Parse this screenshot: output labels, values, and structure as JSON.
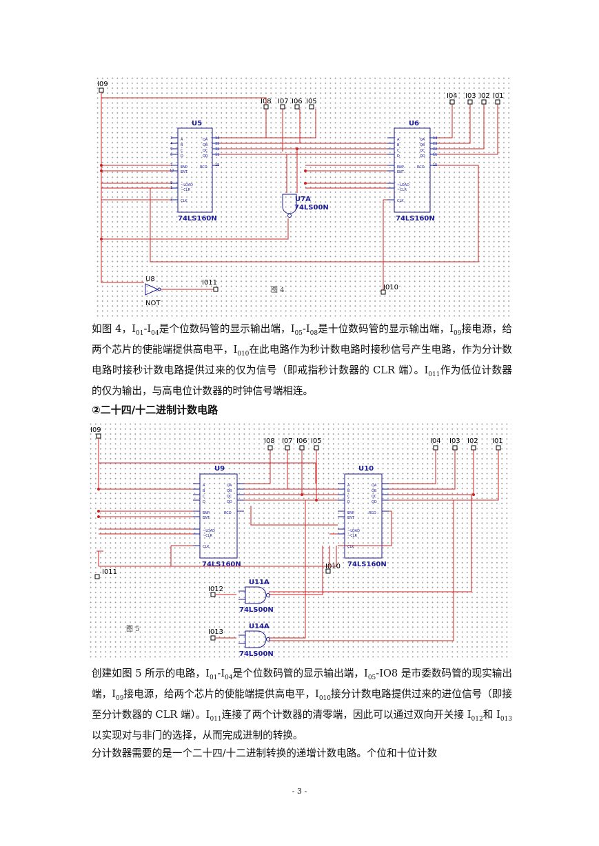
{
  "figure4": {
    "caption": "图 4",
    "chips": [
      {
        "ref": "U5",
        "part": "74LS160N"
      },
      {
        "ref": "U6",
        "part": "74LS160N"
      }
    ],
    "gate": {
      "ref": "U7A",
      "part": "74LS00N"
    },
    "inverter": {
      "ref": "U8",
      "part": "NOT"
    },
    "io": {
      "io9": "I09",
      "io8": "I08",
      "io7": "I07",
      "io6": "I06",
      "io5": "I05",
      "io4": "I04",
      "io3": "I03",
      "io2": "I02",
      "io1": "I01",
      "io11": "I011",
      "io10": "I010"
    },
    "pins_left": [
      "A",
      "B",
      "C",
      "D",
      "ENP",
      "ENT",
      "~LOAD",
      "~CLR",
      "CLK"
    ],
    "pins_left_nums": [
      "3",
      "4",
      "5",
      "6",
      "7",
      "10",
      "9",
      "1",
      "2"
    ],
    "pins_right": [
      "QA",
      "QB",
      "QC",
      "QD",
      "RCO"
    ],
    "pins_right_nums": [
      "14",
      "13",
      "12",
      "11",
      "15"
    ]
  },
  "para1": {
    "p1": "如图 4，I",
    "s1": "01",
    "p2": "-I",
    "s2": "04",
    "p3": "是个位数码管的显示输出端，I",
    "s3": "05",
    "p4": "-I",
    "s4": "08",
    "p5": "是十位数码管的显示输出端，I",
    "s5": "09",
    "p6": "接电源，给两个芯片的使能端提供高电平，I",
    "s6": "010",
    "p7": "在此电路作为秒计数电路时接秒信号产生电路，作为分计数电路时接秒计数电路提供过来的仅为信号（即戒指秒计数器的 CLR 端）。I",
    "s7": "011",
    "p8": "作为低位计数器的仅为输出，与高电位计数器的时钟信号端相连。"
  },
  "heading": "②二十四/十二进制计数电路",
  "figure5": {
    "caption": "图 5",
    "chips": [
      {
        "ref": "U9",
        "part": "74LS160N"
      },
      {
        "ref": "U10",
        "part": "74LS160N"
      }
    ],
    "gates": [
      {
        "ref": "U11A",
        "part": "74LS00N"
      },
      {
        "ref": "U14A",
        "part": "74LS00N"
      }
    ],
    "io": {
      "io9": "I09",
      "io8": "I08",
      "io7": "I07",
      "io6": "I06",
      "io5": "I05",
      "io4": "I04",
      "io3": "I03",
      "io2": "I02",
      "io1": "I01",
      "io11": "I011",
      "io10": "I010",
      "io12": "I012",
      "io13": "I013"
    }
  },
  "para2": {
    "p1": "创建如图 5 所示的电路，I",
    "s1": "01",
    "p2": "-I",
    "s2": "04",
    "p3": "是个位数码管的显示输出端，I",
    "s3": "05",
    "p4": "-IO8 是市委数码管的现实输出端，I",
    "s4": "09",
    "p5": "接电源，给两个芯片的使能端提供高电平，I",
    "s5": "010",
    "p6": "接分计数电路提供过来的进位信号（即接至分计数器的 CLR 端）。I",
    "s6": "011",
    "p7": "连接了两个计数器的清零端，因此可以通过双向开关接 I",
    "s7": "012",
    "p8": "和 I",
    "s8": "013",
    "p9": "以实现对与非门的选择，从而完成进制的转换。"
  },
  "para3": "分计数器需要的是一个二十四/十二进制转换的递增计数电路。个位和十位计数",
  "page_number": "- 3 -"
}
